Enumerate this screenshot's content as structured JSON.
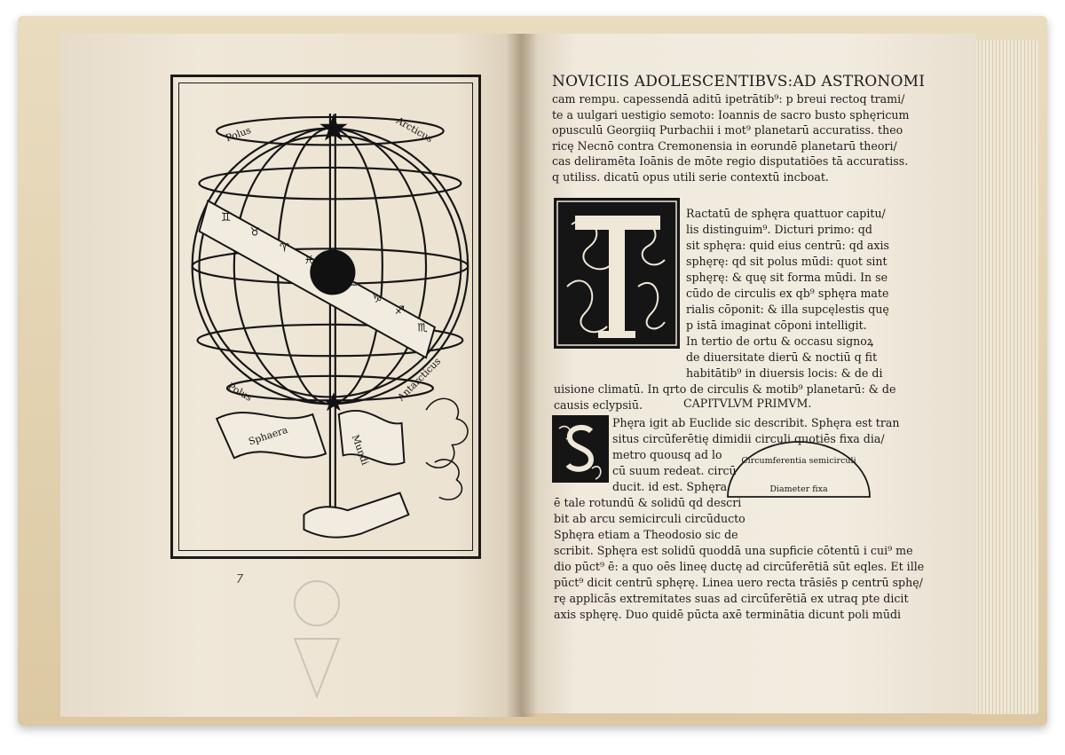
{
  "woodcut": {
    "label_polus_top": "Polus",
    "label_arcticus": "Arcticus",
    "label_polus_bottom": "Polus",
    "label_antarcticus": "Antarcticus",
    "banner_word_1": "Sphaera",
    "banner_word_2": "Mundi"
  },
  "left_page": {
    "pencil_mark": "7"
  },
  "right_page": {
    "heading": "NOVICIIS ADOLESCENTIBVS:AD ASTRONOMI",
    "intro_lines": [
      "cam rempu. capessendā aditū ipetrātib⁹: p breui rectoq trami/",
      "te a uulgari uestigio semoto: Ioannis de sacro busto sphęricum",
      "opusculū Georgiiq Purbachii i mot⁹ planetarū accuratiss. theo",
      "ricę Necnō contra Cremonensia in eorundē planetarū theori/",
      "cas deliramēta Ioānis de mōte regio disputatiōes tā accuratiss.",
      "q utiliss. dicatū opus utili serie contextū incboat."
    ],
    "t_lines": [
      "Ractatū de sphęra quattuor capitu/",
      "lis distinguim⁹. Dicturi primo: qd",
      "sit sphęra: quid eius centrū: qd axis",
      "sphęrę: qd sit polus mūdi: quot sint",
      "sphęrę: & quę sit forma mūdi.   In se",
      "cūdo de circulis ex qb⁹ sphęra mate",
      "rialis cōponit: & illa supcęlestis quę",
      "p istā imaginat cōponi intelligit.",
      "In tertio de ortu & occasu signoꝝ",
      "de diuersitate dierū & noctiū q fit",
      "habitātib⁹ in diuersis locis: & de di"
    ],
    "full_line_1": "uisione climatū.   In qrto de circulis & motib⁹ planetarū: & de",
    "full_line_2": "causis eclypsiū.",
    "section_heading": "CAPITVLVM PRIMVM.",
    "s_lines": [
      "Phęra igit ab Euclide sic describit. Sphęra est tran",
      "situs circūferētię dimidii circuli quotiēs fixa dia/",
      "metro quousq ad lo",
      "cū suum redeat. circū",
      "ducit. id est. Sphęra"
    ],
    "narrow_lines": [
      "ē tale rotundū & solidū qd descri",
      "bit ab arcu semicirculi circūducto",
      "Sphęra etiam a Theodosio sic de",
      "scribit. Sphęra est solidū quoddā una supficie cōtentū i cui⁹ me",
      "dio pūct⁹ ē: a quo oēs lineę ductę ad circūferētiā sūt eqles. Et ille",
      "pūct⁹ dicit centrū sphęrę. Linea uero recta trāsiēs p centrū sphę/",
      "rę applicās extremitates suas ad circūferētiā ex utraq pte dicit",
      "axis sphęrę. Duo quidē pūcta axē terminātia dicunt poli mūdi"
    ],
    "diagram_arc_label": "Circumferentia semicirculi",
    "diagram_base_label": "Diameter fixa"
  }
}
